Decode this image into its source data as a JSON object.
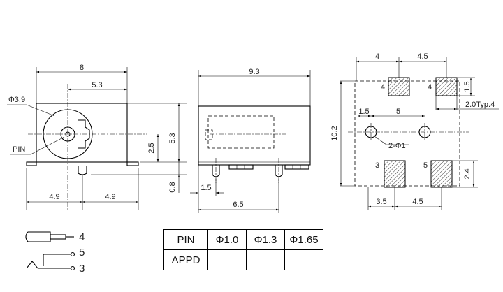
{
  "front_view": {
    "dim_width": "8",
    "dim_offset": "5.3",
    "dim_hole": "Φ3.9",
    "pin_label": "PIN",
    "dim_center_height": "2.5",
    "dim_height": "5.3",
    "dim_leg": "0.8",
    "dim_left": "4.9",
    "dim_right": "4.9"
  },
  "side_view": {
    "dim_length": "9.3",
    "dim_pin_offset": "1.5",
    "dim_pin_span": "6.5"
  },
  "footprint": {
    "dim_pad_pitch_1": "4",
    "dim_pad_pitch_2": "4.5",
    "dim_pad_height": "1.5",
    "dim_typ": "2.0Typ.4",
    "dim_hole_offset": "1.5",
    "dim_hole_pitch": "5",
    "dim_total_height": "10.2",
    "hole_label": "2-Φ1",
    "dim_pad_large": "2.4",
    "dim_bottom_left": "3.5",
    "dim_bottom_right": "4.5",
    "pad_labels": [
      "4",
      "4",
      "3",
      "5"
    ]
  },
  "schematic": {
    "pin_numbers": [
      "4",
      "5",
      "3"
    ]
  },
  "pin_table": {
    "header": "PIN",
    "row_label": "APPD",
    "options": [
      "Φ1.0",
      "Φ1.3",
      "Φ1.65"
    ],
    "values": [
      "",
      "",
      ""
    ]
  }
}
